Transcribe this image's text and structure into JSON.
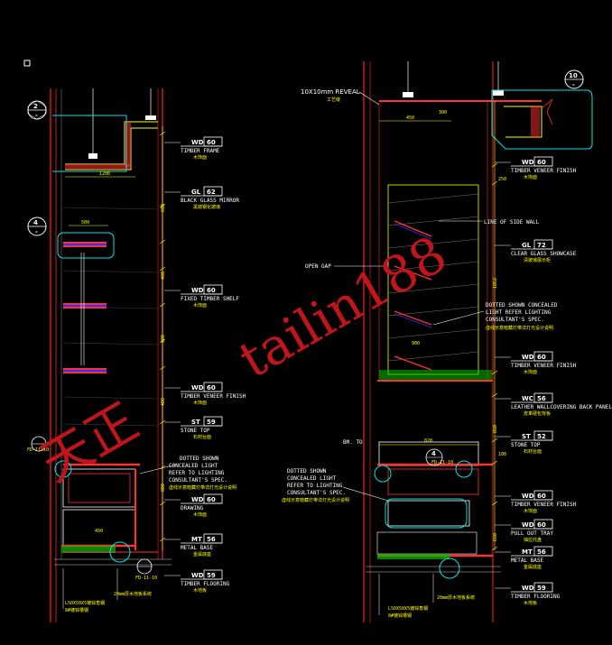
{
  "colors": {
    "background": "#000000",
    "wall": "#ff2020",
    "frame": "#ffff00",
    "cyan": "#00e5e5",
    "white": "#ffffff",
    "fill_red": "#ff3030",
    "fill_blue": "#3030ff",
    "watermark": "#c0151b",
    "green": "#00c000"
  },
  "left_section": {
    "callouts": [
      {
        "id": "l-callout-top",
        "code": "2",
        "sheet": "-"
      },
      {
        "id": "l-callout-shelf",
        "code": "4",
        "sheet": "-"
      }
    ],
    "tags": [
      {
        "code": "WD",
        "num": "60",
        "text": "TIMBER FRAME",
        "cn": "木饰面"
      },
      {
        "code": "GL",
        "num": "62",
        "text": "BLACK GLASS MIRROR",
        "cn": "黑镜钢化玻璃"
      },
      {
        "code": "WD",
        "num": "60",
        "text": "FIXED TIMBER SHELF",
        "cn": "木饰面"
      },
      {
        "code": "WD",
        "num": "60",
        "text": "TIMBER VENEER FINISH",
        "cn": "木饰面"
      },
      {
        "code": "ST",
        "num": "59",
        "text": "STONE TOP",
        "cn": "石材台面"
      },
      {
        "code": "WD",
        "num": "60",
        "text": "DRAWING",
        "cn": "木饰面"
      },
      {
        "code": "MT",
        "num": "56",
        "text": "METAL BASE",
        "cn": "金属底座"
      },
      {
        "code": "WD",
        "num": "59",
        "text": "TIMBER FLOORING",
        "cn": "木地板"
      }
    ],
    "note_lines": [
      "DOTTED SHOWN",
      "CONCEALED LIGHT",
      "REFER TO LIGHTING",
      "CONSULTANT'S SPEC."
    ],
    "note_cn": "虚线示意暗藏灯带详灯光设计说明",
    "dims": [
      "500",
      "600",
      "400",
      "400",
      "400",
      "800",
      "1200",
      "450"
    ],
    "bottom_notes": [
      "20mm厚木地板系统",
      "L50X50X5镀锌角钢",
      "8#镀锌槽钢"
    ],
    "ref_tags": [
      "FD-11-10",
      "FD-11-10"
    ]
  },
  "right_section": {
    "callouts": [
      {
        "id": "r-callout-top",
        "code": "10",
        "sheet": "-"
      },
      {
        "id": "r-callout-mid",
        "code": "4",
        "sheet": "FD-11-10"
      }
    ],
    "reveal_label": "10X10mm REVEAL",
    "reveal_cn": "工艺缝",
    "line_of_side_wall": "LINE OF SIDE WALL",
    "open_gap": "OPEN GAP",
    "bm_label": "BM. TO",
    "tags": [
      {
        "code": "WD",
        "num": "60",
        "text": "TIMBER VENEER FINISH",
        "cn": "木饰面"
      },
      {
        "code": "GL",
        "num": "72",
        "text": "CLEAR GLASS SHOWCASE",
        "cn": "清玻璃展示柜"
      },
      {
        "code": "WD",
        "num": "60",
        "text": "TIMBER VENEER FINISH",
        "cn": "木饰面"
      },
      {
        "code": "WC",
        "num": "56",
        "text": "LEATHER WALLCOVERING BACK PANEL",
        "cn": "皮革硬包背板"
      },
      {
        "code": "ST",
        "num": "52",
        "text": "STONE TOP",
        "cn": "石材台面"
      },
      {
        "code": "WD",
        "num": "60",
        "text": "TIMBER VENEER FINISH",
        "cn": "木饰面"
      },
      {
        "code": "WD",
        "num": "60",
        "text": "PULL OUT TRAY",
        "cn": "抽拉托盘"
      },
      {
        "code": "MT",
        "num": "56",
        "text": "METAL BASE",
        "cn": "金属底座"
      },
      {
        "code": "WD",
        "num": "59",
        "text": "TIMBER FLOORING",
        "cn": "木地板"
      }
    ],
    "note_lines": [
      "DOTTED SHOWN CONCEALED",
      "LIGHT REFER LIGHTING",
      "CONSULTANT'S SPEC."
    ],
    "note_cn": "虚线示意暗藏灯带详灯光设计说明",
    "note2_lines": [
      "DOTTED SHOWN",
      "CONCEALED LIGHT",
      "REFER TO LIGHTING",
      "CONSULTANT'S SPEC."
    ],
    "note2_cn": "虚线示意暗藏灯带详灯光设计说明",
    "dims": [
      "450",
      "300",
      "250",
      "1862",
      "850",
      "100",
      "820",
      "900",
      "650"
    ],
    "bottom_notes": [
      "20mm厚木地板系统",
      "L50X50X5镀锌角钢",
      "8#镀锌槽钢"
    ]
  },
  "watermark": {
    "text_cn": "天正",
    "text_en": "tailin188"
  }
}
